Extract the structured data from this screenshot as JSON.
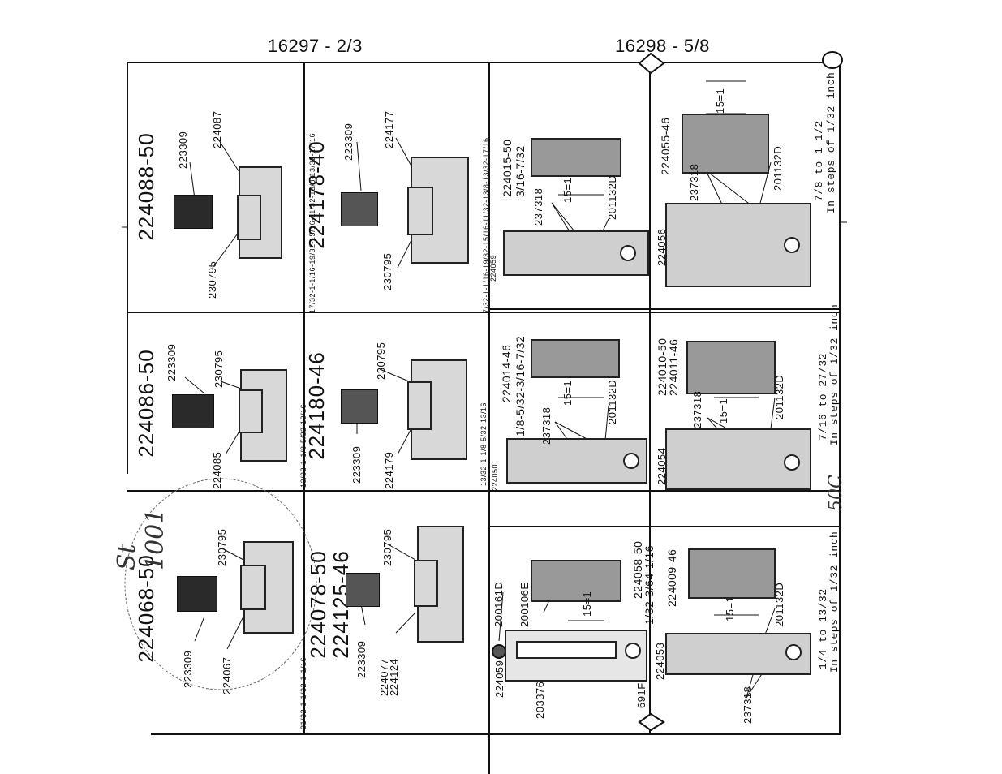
{
  "headers": {
    "left": "16297 - 2/3",
    "right": "16298 - 5/8"
  },
  "left_grid": {
    "row1": {
      "col1": {
        "title": "224088-50",
        "parts": [
          "223309",
          "224087",
          "230795"
        ],
        "footer": "17/32-1-1/16-19/32-15/16-11/32-13/8-13/32-17/16"
      },
      "col2": {
        "title": "224178-40",
        "parts": [
          "223309",
          "224177",
          "230795"
        ],
        "footer": "7/32-1-1/16-19/32-15/16-11/32-13/8-13/32-17/16"
      }
    },
    "row2": {
      "col1": {
        "title": "224086-50",
        "parts": [
          "223309",
          "230795",
          "224085"
        ],
        "footer": "13/32-1-1/8-5/32-13/16"
      },
      "col2": {
        "title": "224180-46",
        "parts": [
          "230795",
          "223309",
          "224179"
        ],
        "footer": "13/32-1-1/8-5/32-13/16"
      }
    },
    "row3": {
      "col1": {
        "title": "224068-50",
        "parts": [
          "230795",
          "223309",
          "224067"
        ],
        "footer": "31/32-1-1/32-1-1/16"
      },
      "col2": {
        "title_a": "224078-50",
        "title_b": "224125-46",
        "parts": [
          "230795",
          "223309",
          "224077",
          "224124"
        ],
        "footer": ""
      }
    }
  },
  "right_grid": {
    "row1": {
      "col1": {
        "model": "224015-50",
        "size": "3/16-7/32",
        "parts": [
          "237318",
          "15=1",
          "201132D",
          "224059"
        ]
      },
      "col2": {
        "model": "224055-46",
        "range": "7/8 to 1-1/2",
        "steps": "In steps of 1/32 inch",
        "parts": [
          "15=1",
          "237318",
          "201132D",
          "224056"
        ]
      }
    },
    "row2": {
      "col1": {
        "model": "224014-46",
        "size": "1/8-5/32-3/16-7/32",
        "parts": [
          "237318",
          "15=1",
          "201132D",
          "224050"
        ]
      },
      "col2": {
        "model_a": "224010-50",
        "model_b": "224011-46",
        "range": "7/16 to 27/32",
        "steps": "In steps of 1/32 inch",
        "parts": [
          "237318",
          "15=1",
          "201132D",
          "224054"
        ]
      }
    },
    "row3": {
      "col1": {
        "model": "224058-50",
        "size": "1/32-3/64-1/16",
        "parts": [
          "200161D",
          "200106E",
          "15=1",
          "224059",
          "203376",
          "691F"
        ]
      },
      "col2": {
        "model": "224009-46",
        "range": "1/4 to 13/32",
        "steps": "In steps of 1/32 inch",
        "parts": [
          "15=1",
          "201132D",
          "224053",
          "237318"
        ]
      }
    }
  },
  "annotations": {
    "handwritten_1": "St 1001",
    "handwritten_2": "50C"
  },
  "colors": {
    "ink": "#111111",
    "paper": "#ffffff",
    "part_fill": "#d8d8d8"
  }
}
